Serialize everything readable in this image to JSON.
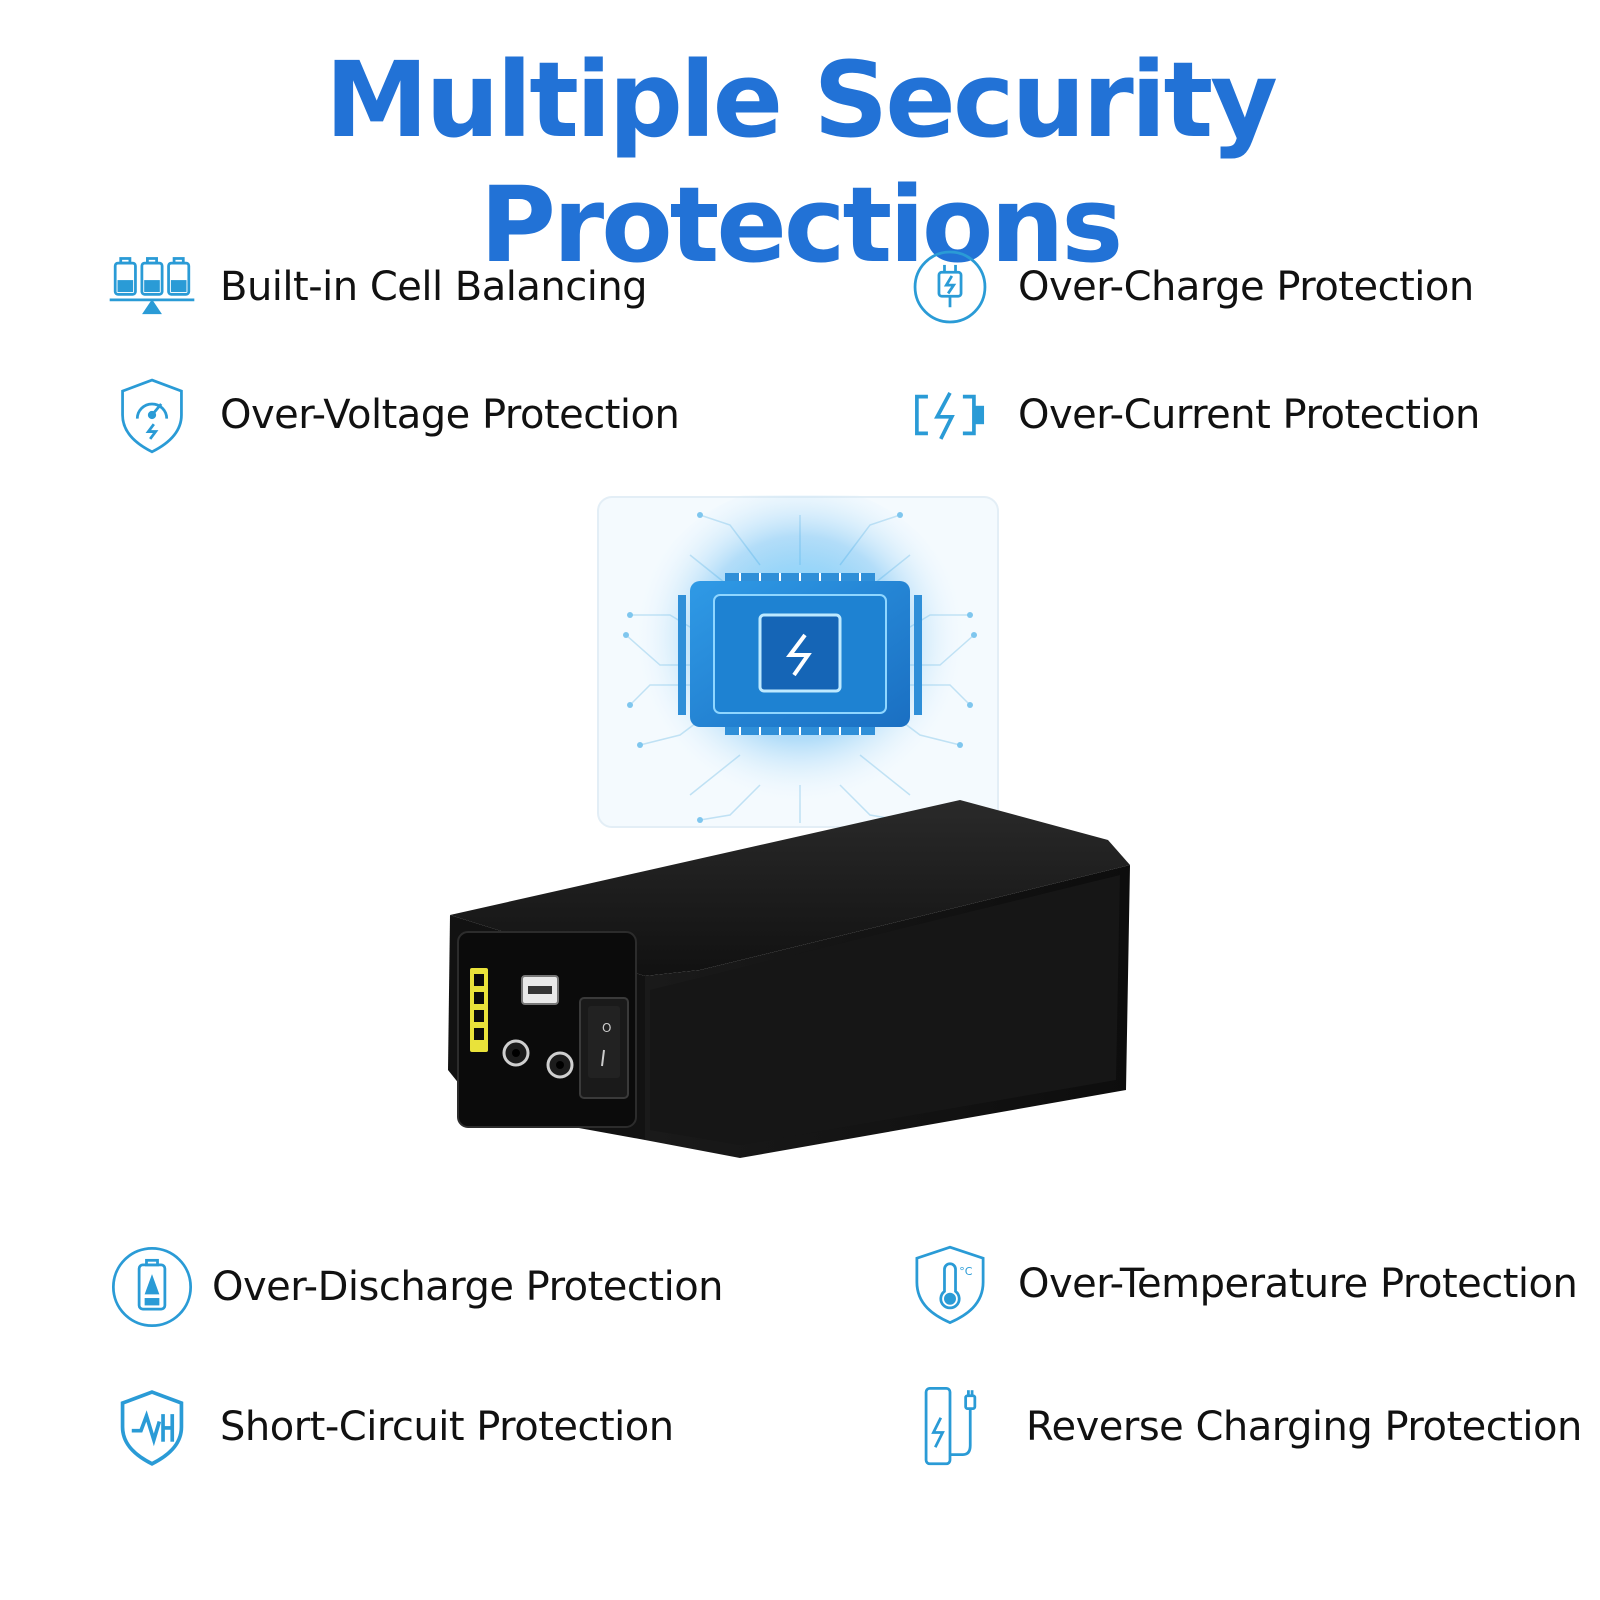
{
  "title": "Multiple Security Protections",
  "colors": {
    "title_blue": "#2272d6",
    "icon_blue": "#2a9bd6",
    "text": "#111111",
    "device_black": "#1b1b1b",
    "indicator_yellow": "#e9e23a"
  },
  "features": {
    "cell_balancing": {
      "label": "Built-in Cell Balancing",
      "icon": "battery-balance-icon"
    },
    "over_charge": {
      "label": "Over-Charge Protection",
      "icon": "charging-plug-icon"
    },
    "over_voltage": {
      "label": "Over-Voltage Protection",
      "icon": "shield-gauge-icon"
    },
    "over_current": {
      "label": "Over-Current Protection",
      "icon": "battery-bolt-icon"
    },
    "over_discharge": {
      "label": "Over-Discharge Protection",
      "icon": "battery-low-icon"
    },
    "over_temperature": {
      "label": "Over-Temperature Protection",
      "icon": "shield-thermometer-icon"
    },
    "short_circuit": {
      "label": "Short-Circuit Protection",
      "icon": "shield-wave-icon"
    },
    "reverse_charging": {
      "label": "Reverse Charging Protection",
      "icon": "phone-cable-icon"
    }
  },
  "illustrations": {
    "chip": "bms-chip-illustration",
    "device": "battery-pack-illustration"
  }
}
